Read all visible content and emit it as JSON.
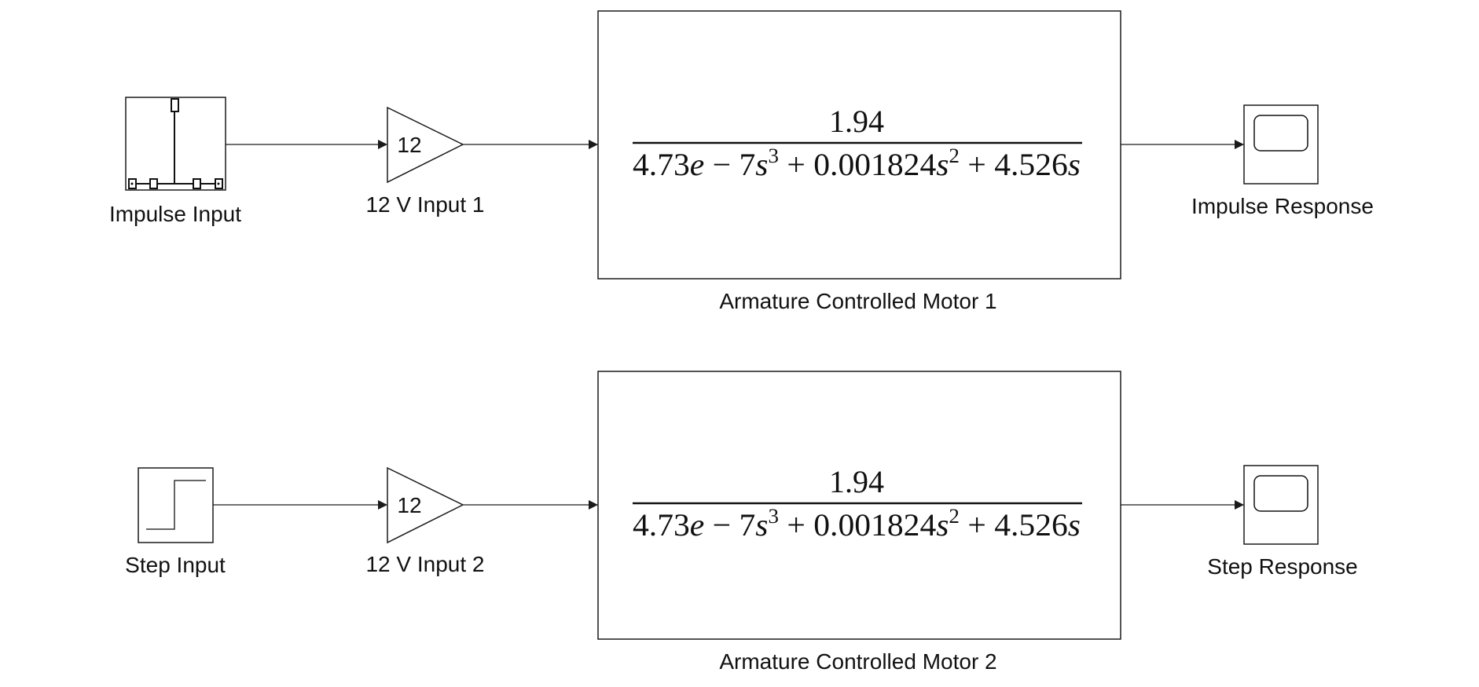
{
  "row1": {
    "source_label": "Impulse Input",
    "gain_value": "12",
    "gain_label": "12 V Input 1",
    "tf_label": "Armature Controlled Motor 1",
    "tf_numerator": "1.94",
    "scope_label": "Impulse Response"
  },
  "row2": {
    "source_label": "Step Input",
    "gain_value": "12",
    "gain_label": "12 V Input 2",
    "tf_label": "Armature Controlled Motor 2",
    "tf_numerator": "1.94",
    "scope_label": "Step Response"
  },
  "denominator": {
    "c3": "4.73",
    "e": "e",
    "minus": " − ",
    "exp7": "7",
    "s": "s",
    "pow3": "3",
    "plus1": " + ",
    "c2": "0.001824",
    "pow2": "2",
    "plus2": " + ",
    "c1": "4.526"
  }
}
